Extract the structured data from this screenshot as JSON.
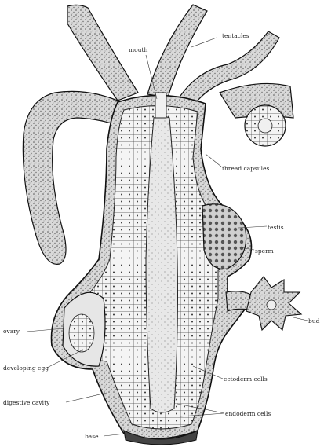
{
  "labels": {
    "mouth": "mouth",
    "tentacles": "tentacles",
    "thread_capsules": "thread capsules",
    "testis": "testis",
    "sperm": "sperm",
    "bud": "bud",
    "ovary": "ovary",
    "developing_egg": "developing egg",
    "ectoderm_cells": "ectoderm cells",
    "digestive_cavity": "digestive cavity",
    "endoderm_cells": "endoderm cells",
    "base": "base"
  },
  "colors": {
    "ink": "#1a1a1a",
    "paper": "#ffffff",
    "stipple": "#6b6b6b"
  }
}
